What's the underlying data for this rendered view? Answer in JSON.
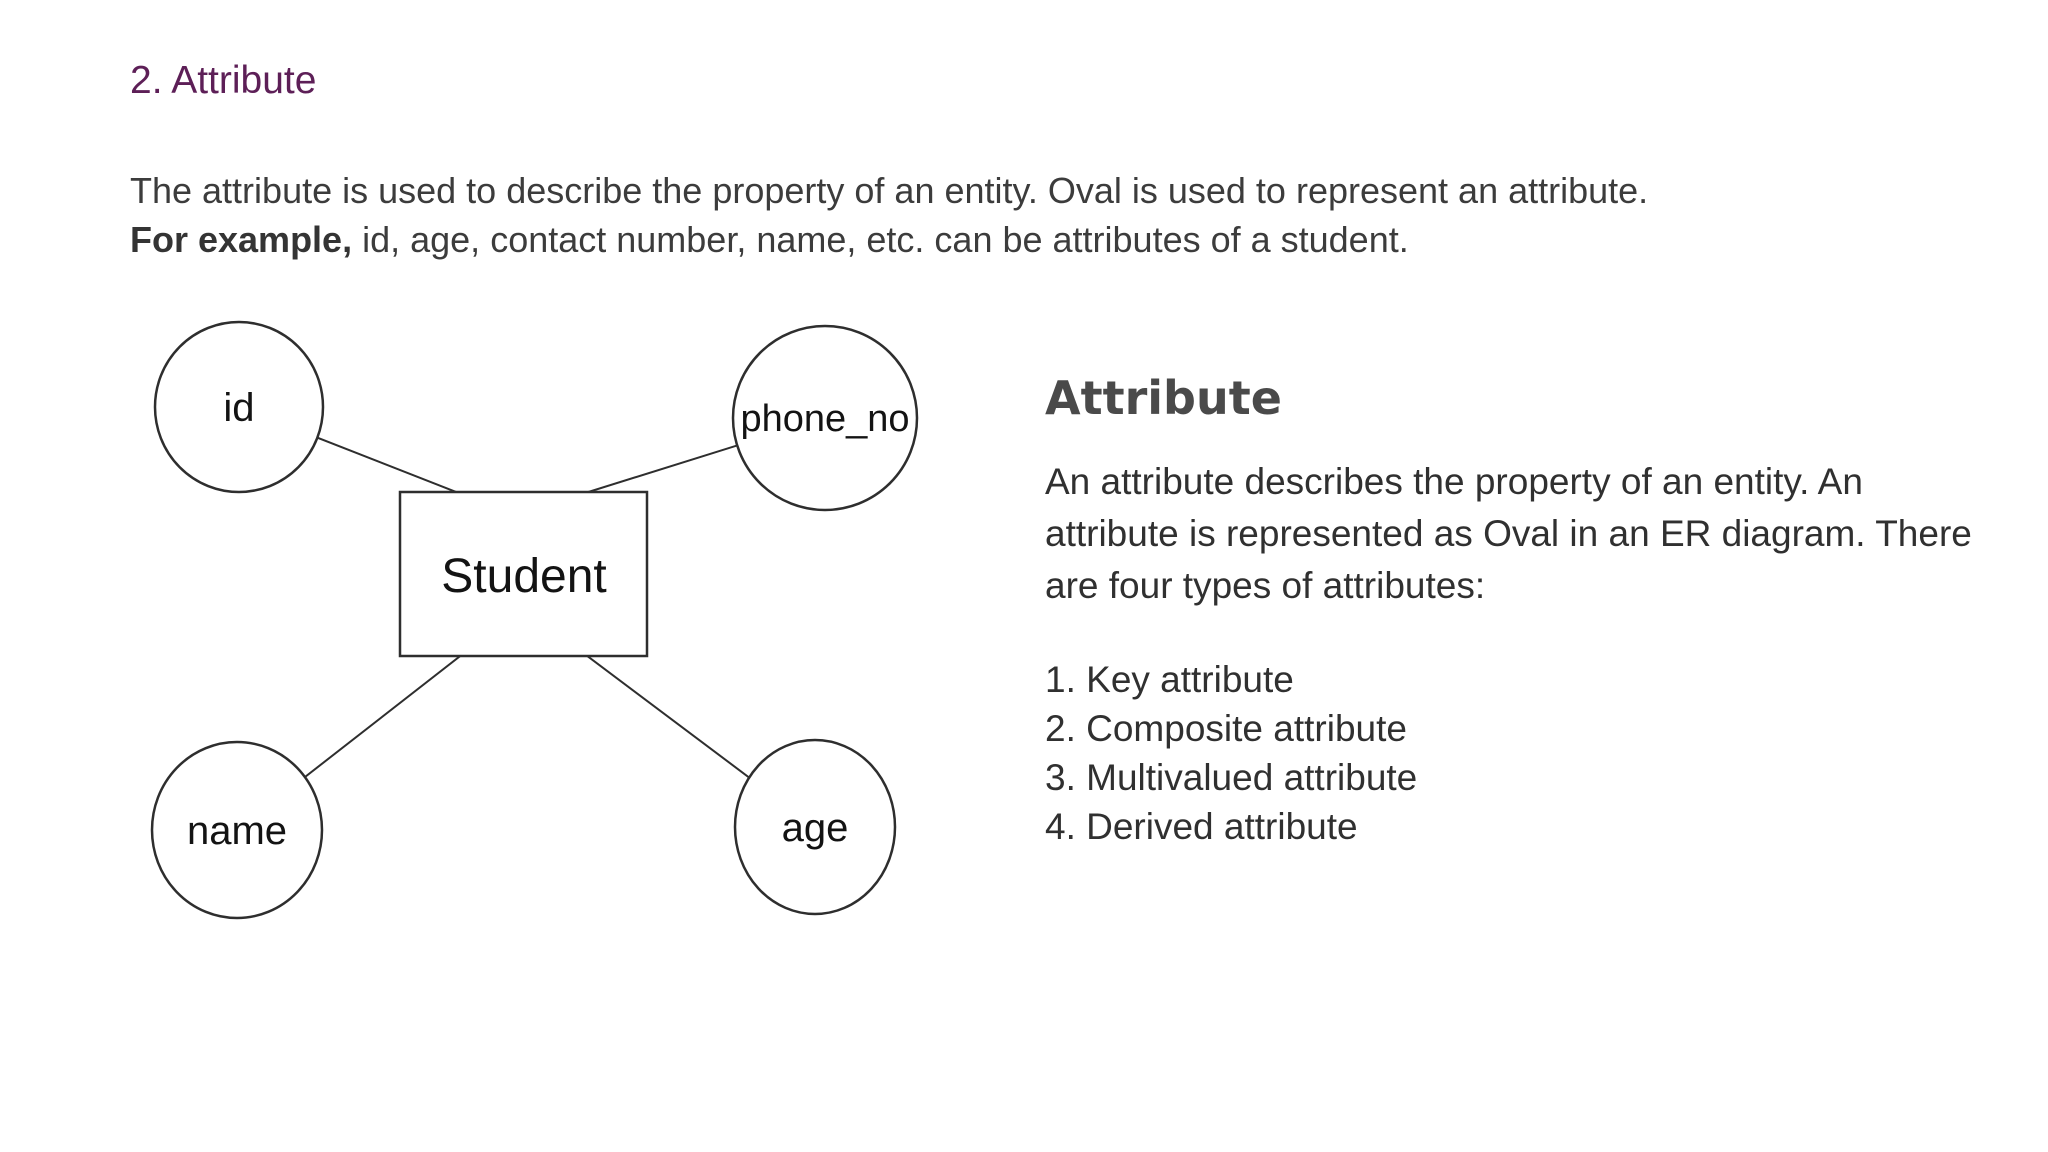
{
  "section": {
    "heading": "2. Attribute",
    "heading_color": "#5d1f57",
    "intro_lines": {
      "line1": "The attribute is used to describe the property of an entity. Oval is used to represent an attribute.",
      "line2_bold": "For example,",
      "line2_rest": " id, age, contact number, name, etc. can be attributes of a student."
    }
  },
  "diagram": {
    "entity": {
      "label": "Student",
      "shape": "rectangle"
    },
    "attributes": [
      {
        "label": "id",
        "shape": "oval",
        "position": "top-left"
      },
      {
        "label": "phone_no",
        "shape": "oval",
        "position": "top-right"
      },
      {
        "label": "name",
        "shape": "oval",
        "position": "bottom-left"
      },
      {
        "label": "age",
        "shape": "oval",
        "position": "bottom-right"
      }
    ],
    "stroke_color": "#2e2e2e"
  },
  "panel": {
    "heading": "Attribute",
    "heading_color": "#4a4a4a",
    "body_lines": [
      "An attribute describes the property of an entity. An",
      "attribute is represented as Oval in an ER diagram. There",
      "are four types of attributes:"
    ],
    "list_items": [
      "1. Key attribute",
      "2. Composite attribute",
      "3. Multivalued attribute",
      "4. Derived attribute"
    ]
  }
}
